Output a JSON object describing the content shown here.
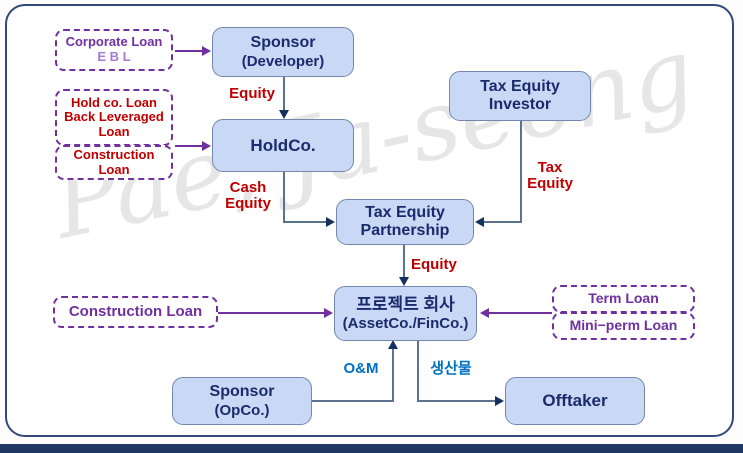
{
  "watermark": "Pae, Ja-seong",
  "nodes": {
    "sponsor_developer": {
      "line1": "Sponsor",
      "line2": "(Developer)"
    },
    "holdco": {
      "line1": "HoldCo."
    },
    "tax_equity_investor": {
      "line1": "Tax Equity",
      "line2": "Investor"
    },
    "tax_equity_partnership": {
      "line1": "Tax Equity",
      "line2": "Partnership"
    },
    "project_company": {
      "line1": "프로젝트 회사",
      "line2": "(AssetCo./FinCo.)"
    },
    "sponsor_opco": {
      "line1": "Sponsor",
      "line2": "(OpCo.)"
    },
    "offtaker": {
      "line1": "Offtaker"
    }
  },
  "loans": {
    "corporate_loan": {
      "line1": "Corporate Loan",
      "line2": "E B L"
    },
    "holdco_loan": {
      "line1": "Hold co. Loan",
      "line2": "Back Leveraged",
      "line3": "Loan"
    },
    "construction_loan_upper": {
      "line1": "Construction",
      "line2": "Loan"
    },
    "construction_loan_lower": {
      "label": "Construction Loan"
    },
    "term_loan": {
      "label": "Term Loan"
    },
    "mini_perm_loan": {
      "label": "Mini−perm Loan"
    }
  },
  "edge_labels": {
    "equity_top": "Equity",
    "cash_equity_line1": "Cash",
    "cash_equity_line2": "Equity",
    "tax_equity_line1": "Tax",
    "tax_equity_line2": "Equity",
    "equity_mid": "Equity",
    "om": "O&M",
    "output": "생산물"
  },
  "colors": {
    "node_fill": "#c9d8f4",
    "node_border": "#7488ad",
    "node_text": "#1a2b6d",
    "loan_purple": "#7030a0",
    "loan_red": "#c00000",
    "ebl_light_purple": "#a57ad4",
    "edge_red": "#c00000",
    "edge_blue": "#0070c0",
    "line_navy": "#5c7390",
    "frame_border": "#33497a",
    "bottom_bar": "#1f3864"
  }
}
